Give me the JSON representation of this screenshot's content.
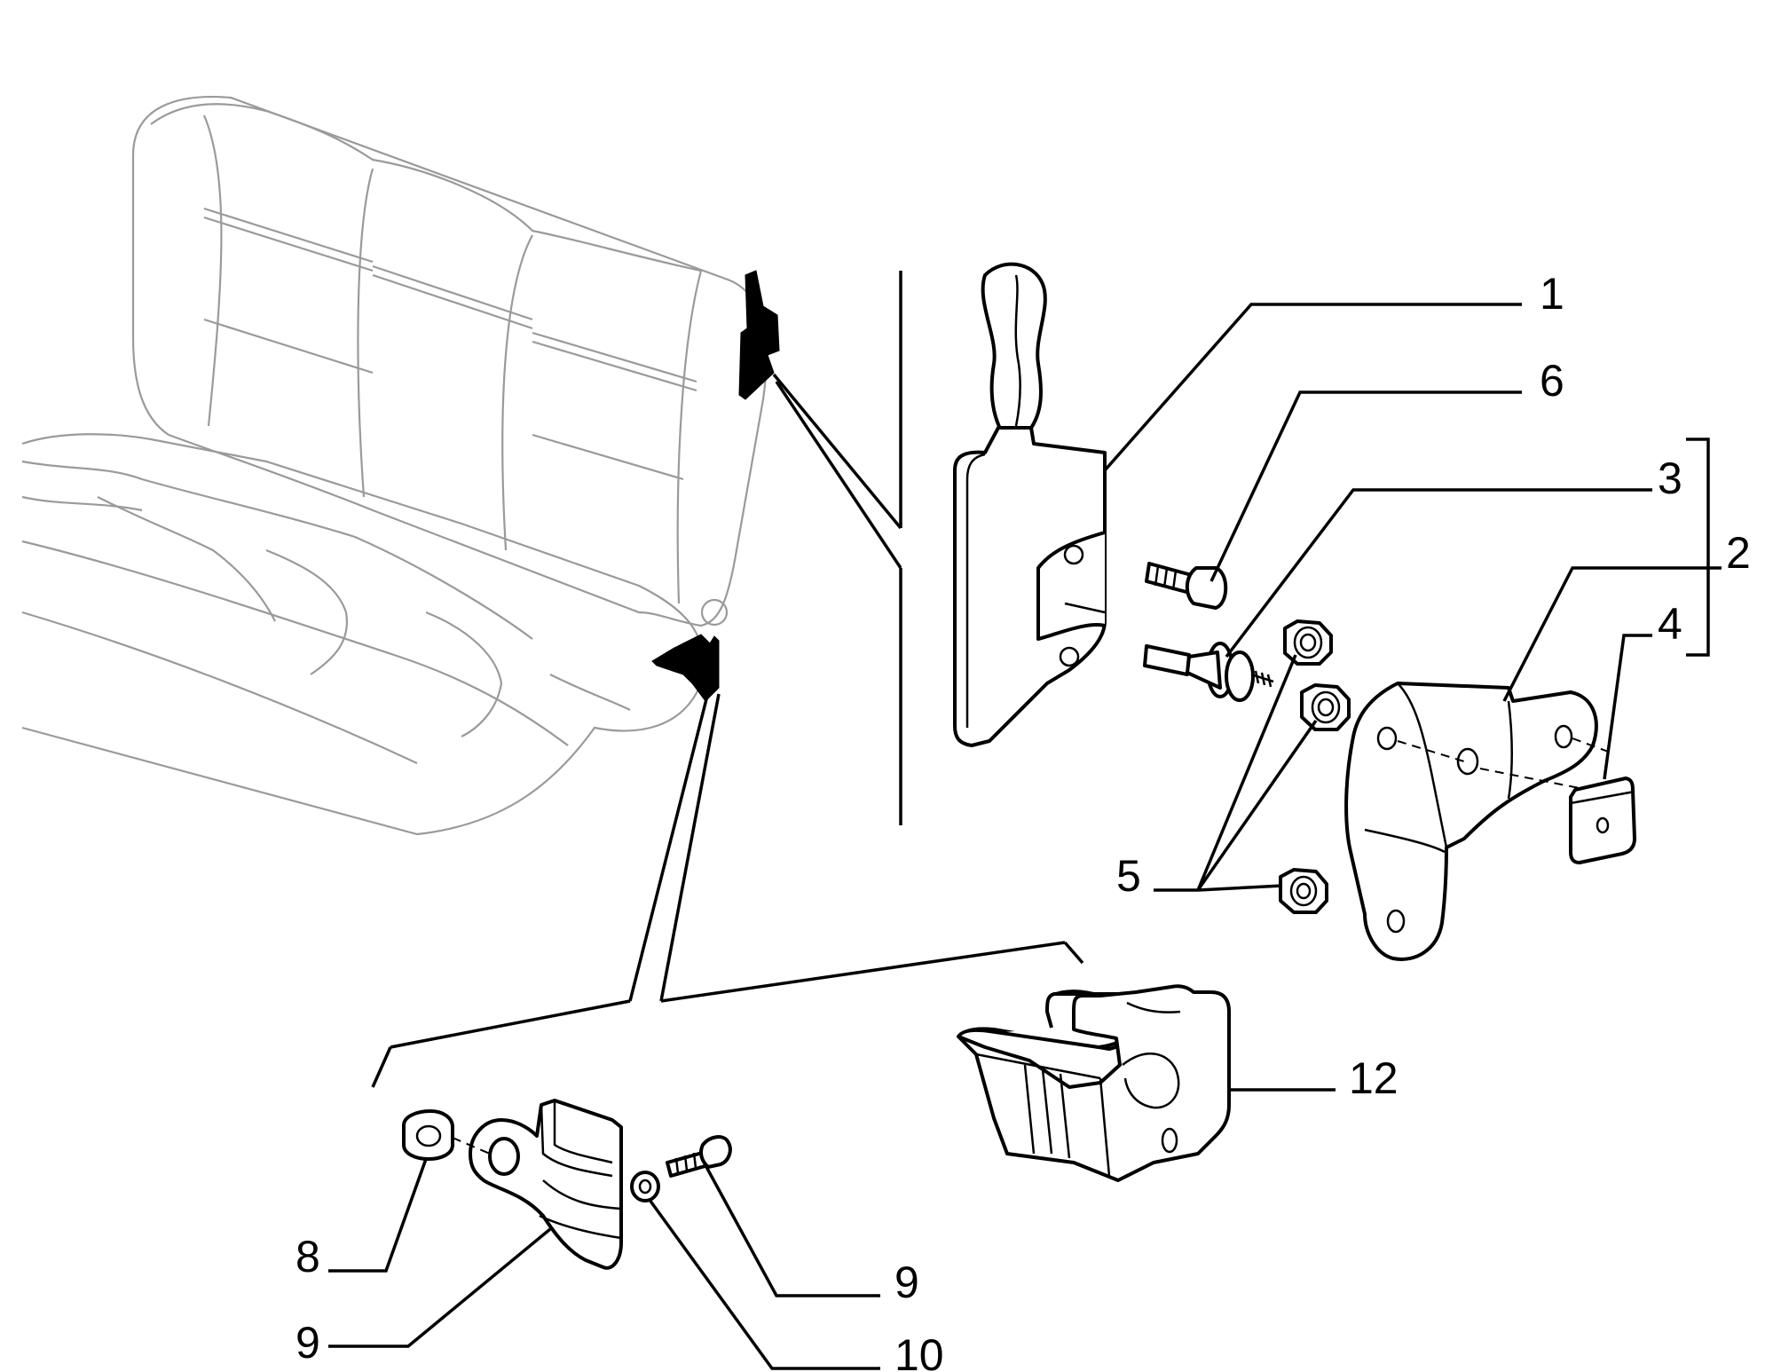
{
  "diagram": {
    "callouts": {
      "c1": "1",
      "c2": "2",
      "c3": "3",
      "c4": "4",
      "c5": "5",
      "c6": "6",
      "c8": "8",
      "c9a": "9",
      "c9b": "9",
      "c10": "10",
      "c12": "12"
    }
  }
}
